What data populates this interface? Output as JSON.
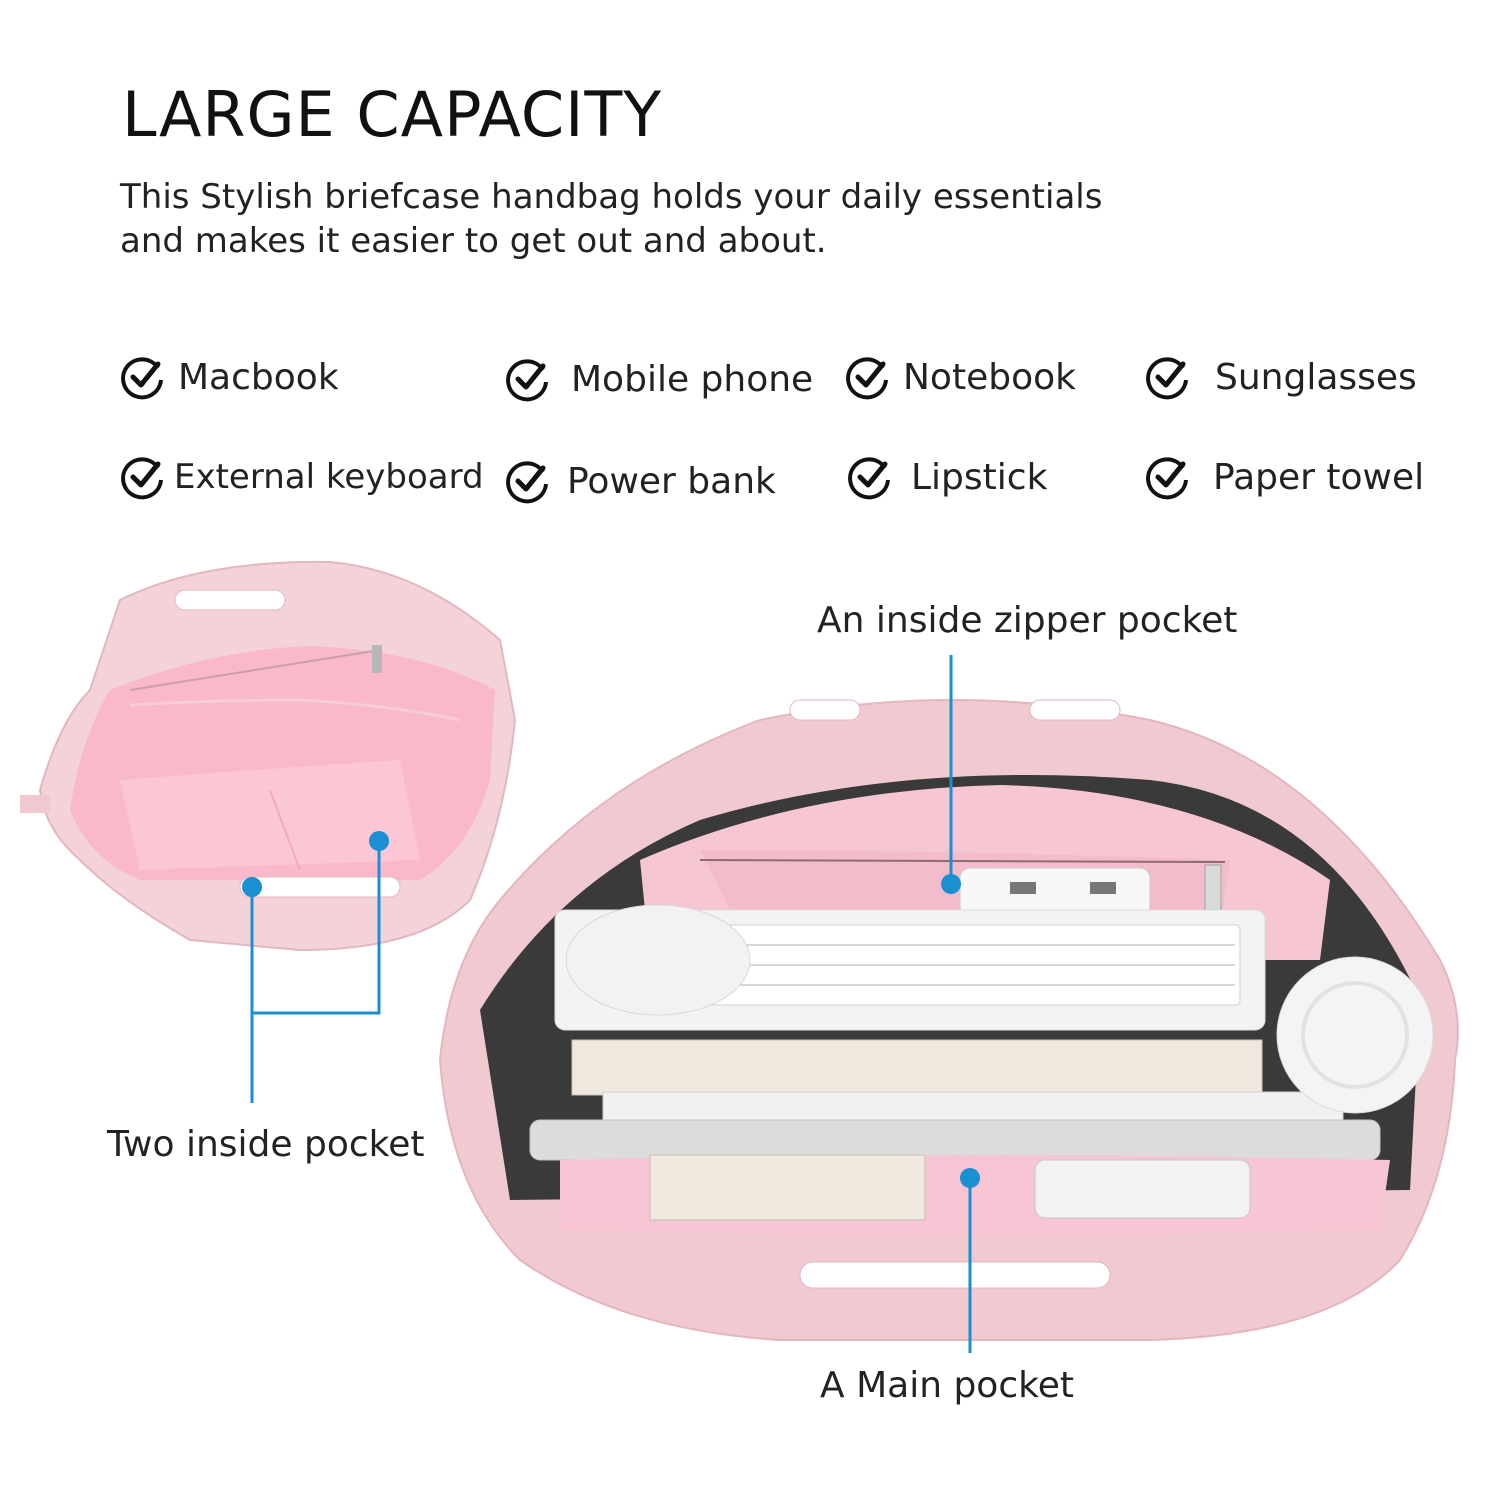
{
  "header": {
    "title": "LARGE CAPACITY",
    "description_line1": "This Stylish briefcase handbag holds your daily essentials",
    "description_line2": "and makes it easier to get out and about."
  },
  "items": [
    {
      "label": "Macbook",
      "icon": "checkmark-circle-icon"
    },
    {
      "label": "Mobile phone",
      "icon": "checkmark-circle-icon"
    },
    {
      "label": "Notebook",
      "icon": "checkmark-circle-icon"
    },
    {
      "label": "Sunglasses",
      "icon": "checkmark-circle-icon"
    },
    {
      "label": "External keyboard",
      "icon": "checkmark-circle-icon"
    },
    {
      "label": "Power bank",
      "icon": "checkmark-circle-icon"
    },
    {
      "label": "Lipstick",
      "icon": "checkmark-circle-icon"
    },
    {
      "label": "Paper towel",
      "icon": "checkmark-circle-icon"
    }
  ],
  "callouts": {
    "zipper_pocket": "An inside zipper pocket",
    "inside_pockets": "Two inside pocket",
    "main_pocket": "A Main pocket"
  },
  "colors": {
    "accent_blue": "#1a8fd1",
    "bag_pink": "#f2c9d0",
    "lining_pink": "#f7b8c8"
  }
}
